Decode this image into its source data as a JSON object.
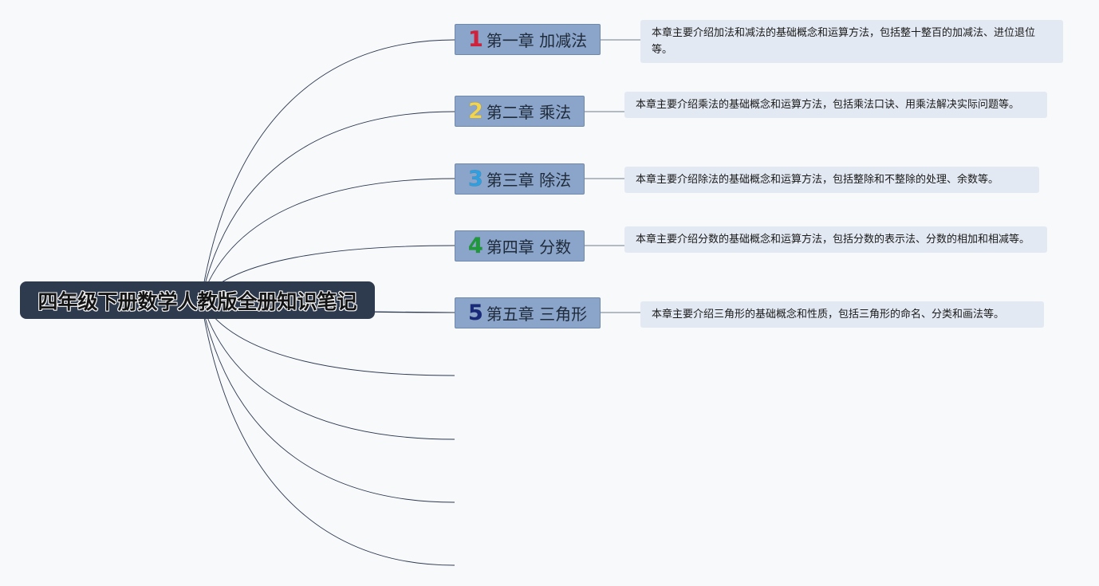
{
  "root": {
    "title": "四年级下册数学人教版全册知识笔记"
  },
  "chapters": [
    {
      "number": "1",
      "number_color": "#d6203a",
      "title": "第一章 加减法",
      "description": "本章主要介绍加法和减法的基础概念和运算方法，包括整十整百的加减法、进位退位等。"
    },
    {
      "number": "2",
      "number_color": "#f2d44e",
      "title": "第二章 乘法",
      "description": "本章主要介绍乘法的基础概念和运算方法，包括乘法口诀、用乘法解决实际问题等。"
    },
    {
      "number": "3",
      "number_color": "#2f9fe0",
      "title": "第三章 除法",
      "description": "本章主要介绍除法的基础概念和运算方法，包括整除和不整除的处理、余数等。"
    },
    {
      "number": "4",
      "number_color": "#1f9a3a",
      "title": "第四章 分数",
      "description": "本章主要介绍分数的基础概念和运算方法，包括分数的表示法、分数的相加和相减等。"
    },
    {
      "number": "5",
      "number_color": "#1a2a7a",
      "title": "第五章 三角形",
      "description": "本章主要介绍三角形的基础概念和性质，包括三角形的命名、分类和画法等。"
    }
  ]
}
